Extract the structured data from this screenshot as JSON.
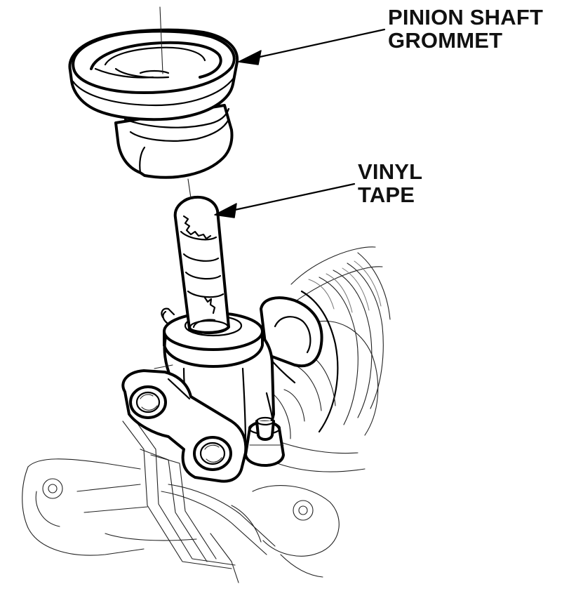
{
  "labels": {
    "pinion_shaft_grommet": [
      "PINION SHAFT",
      "GROMMET"
    ],
    "vinyl_tape": [
      "VINYL",
      "TAPE"
    ]
  },
  "colors": {
    "ink": "#000000",
    "background": "#ffffff"
  }
}
